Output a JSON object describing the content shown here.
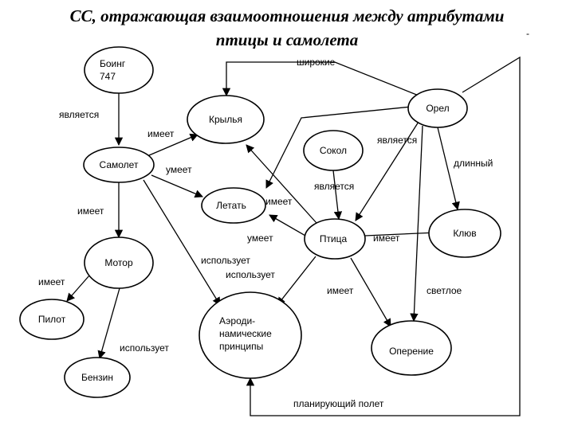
{
  "title": {
    "line1": "СС, отражающая взаимоотношения между атрибутами",
    "line2": "птицы и самолета"
  },
  "nodes": {
    "boeing": [
      "Боинг",
      "747"
    ],
    "wings": [
      "Крылья"
    ],
    "eagle": [
      "Орел"
    ],
    "plane": [
      "Самолет"
    ],
    "falcon": [
      "Сокол"
    ],
    "fly": [
      "Летать"
    ],
    "bird": [
      "Птица"
    ],
    "beak": [
      "Клюв"
    ],
    "motor": [
      "Мотор"
    ],
    "pilot": [
      "Пилот"
    ],
    "aero": [
      "Аэроди-",
      "намические",
      "принципы"
    ],
    "plumage": [
      "Оперение"
    ],
    "petrol": [
      "Бензин"
    ]
  },
  "edge_labels": {
    "shirokie": "широкие",
    "yavl1": "является",
    "imeet1": "имеет",
    "umeet1": "умеет",
    "yavl2": "является",
    "dlinnyi": "длинный",
    "yavl3": "является",
    "imeet2": "имеет",
    "imeet3": "имеет",
    "umeet2": "умеет",
    "imeet4": "имеет",
    "ispolz1": "использует",
    "ispolz2": "использует",
    "imeet5": "имеет",
    "imeet6": "имеет",
    "svetloe": "светлое",
    "ispolz3": "использует",
    "planiruyush": "планирующий полет"
  },
  "stray_mark": "-"
}
